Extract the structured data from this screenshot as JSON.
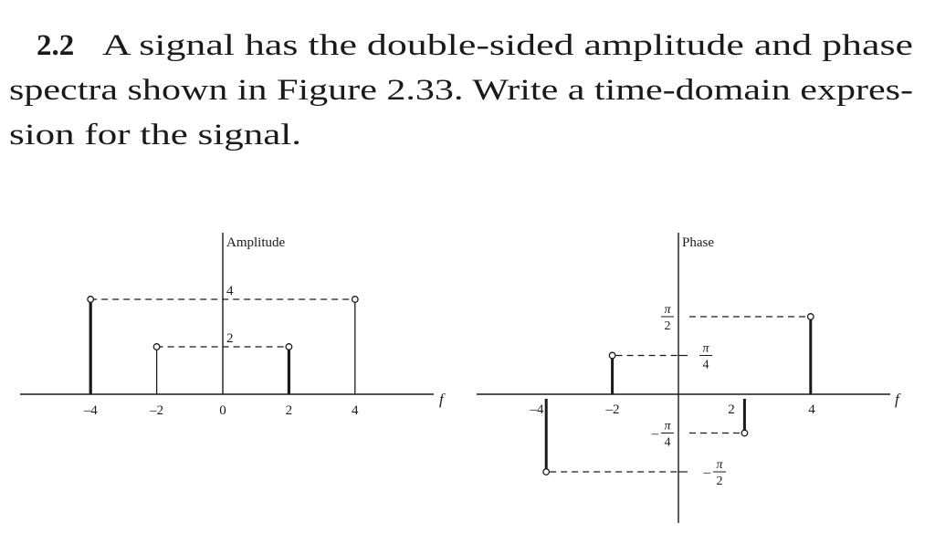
{
  "problem": {
    "number": "2.2",
    "lines": [
      "A signal has the double-sided amplitude and phase",
      "spectra shown in Figure 2.33. Write a time-domain expres-",
      "sion for the signal."
    ]
  },
  "chart_data": [
    {
      "type": "stem",
      "ylabel": "Amplitude",
      "xlabel": "f",
      "x_ticks": [
        "–4",
        "–2",
        "0",
        "2",
        "4"
      ],
      "y_ticks": [
        {
          "value": 4,
          "label": "4"
        },
        {
          "value": 2,
          "label": "2"
        }
      ],
      "points": [
        {
          "f": -4,
          "value": 4,
          "thick": true
        },
        {
          "f": -2,
          "value": 2,
          "thick": false
        },
        {
          "f": 2,
          "value": 2,
          "thick": true
        },
        {
          "f": 4,
          "value": 4,
          "thick": false
        }
      ],
      "grid": false
    },
    {
      "type": "stem",
      "ylabel": "Phase",
      "xlabel": "f",
      "x_ticks": [
        "–4",
        "–2",
        "2",
        "4"
      ],
      "y_ticks": [
        {
          "value_over_pi": 0.5,
          "label_sign": "",
          "num": "π",
          "den": "2"
        },
        {
          "value_over_pi": 0.25,
          "label_sign": "",
          "num": "π",
          "den": "4"
        },
        {
          "value_over_pi": -0.25,
          "label_sign": "–",
          "num": "π",
          "den": "4"
        },
        {
          "value_over_pi": -0.5,
          "label_sign": "–",
          "num": "π",
          "den": "2"
        }
      ],
      "points": [
        {
          "f": -4,
          "value_over_pi": -0.5
        },
        {
          "f": -2,
          "value_over_pi": 0.25
        },
        {
          "f": 2,
          "value_over_pi": -0.25
        },
        {
          "f": 4,
          "value_over_pi": 0.5
        }
      ],
      "grid": false
    }
  ]
}
